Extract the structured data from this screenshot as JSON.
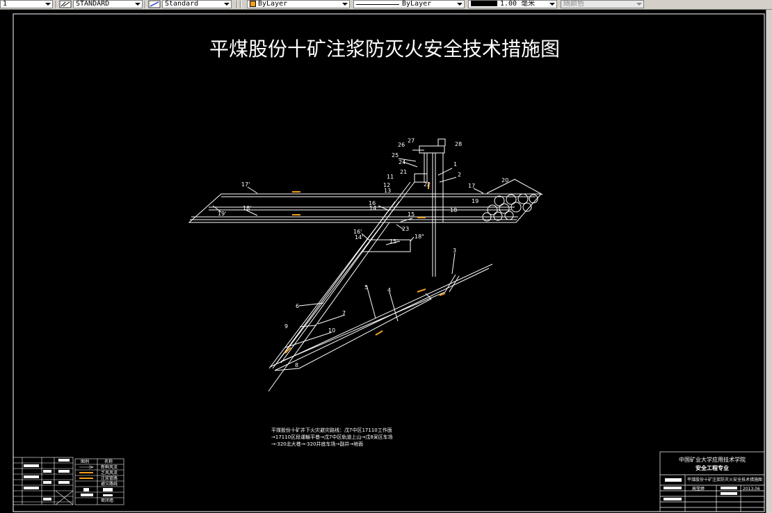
{
  "toolbar": {
    "layer_value": "1",
    "text_style": "STANDARD",
    "dim_style": "Standard",
    "color": "ByLayer",
    "color_swatch": "#f0a020",
    "linetype": "ByLayer",
    "lineweight": "1.00 毫米",
    "plotstyle": "随颜色",
    "icons": [
      "text-style-icon",
      "dim-style-icon"
    ]
  },
  "drawing": {
    "title": "平煤股份十矿注浆防灭火安全技术措施图",
    "note_lines": [
      "平煤股份十矿井下火灾避灾路线：戊7中区17110工作面",
      "→17110区段運輸平巷→戊7中区轨道上山→戊8采区车场",
      "→-320北大巷→-320井底车场→副井→地面"
    ],
    "labels": {
      "l1": "1",
      "l2": "2",
      "l3": "3",
      "l4": "4",
      "l5": "5",
      "l6": "6",
      "l7": "7",
      "l8": "8",
      "l9": "9",
      "l10": "10",
      "l11": "11",
      "l12": "12",
      "l13": "13",
      "l14": "14",
      "l14b": "14'",
      "l15": "15",
      "l15b": "15'",
      "l16": "16",
      "l16b": "16'",
      "l17": "17",
      "l17b": "17'",
      "l18": "18",
      "l18b": "18'",
      "l18c": "18\"",
      "l19": "19",
      "l19b": "19'",
      "l20": "20",
      "l21": "21",
      "l22": "22",
      "l23": "23",
      "l24": "24",
      "l25": "25",
      "l26": "26",
      "l27": "27",
      "l28": "28"
    },
    "legend": {
      "headers": [
        "图例",
        "名称"
      ],
      "rows": [
        "新鲜风流",
        "乏风风流",
        "注浆管路",
        "避灾路线",
        "",
        "",
        "",
        "密闭墙"
      ]
    },
    "title_block": {
      "institution": "中国矿业大学应用技术学院",
      "major": "安全工程专业",
      "drawing_name": "平煤股份十矿注浆防灭火安全技术措施图",
      "designer": "高莹婷",
      "date": "2013.06"
    }
  }
}
